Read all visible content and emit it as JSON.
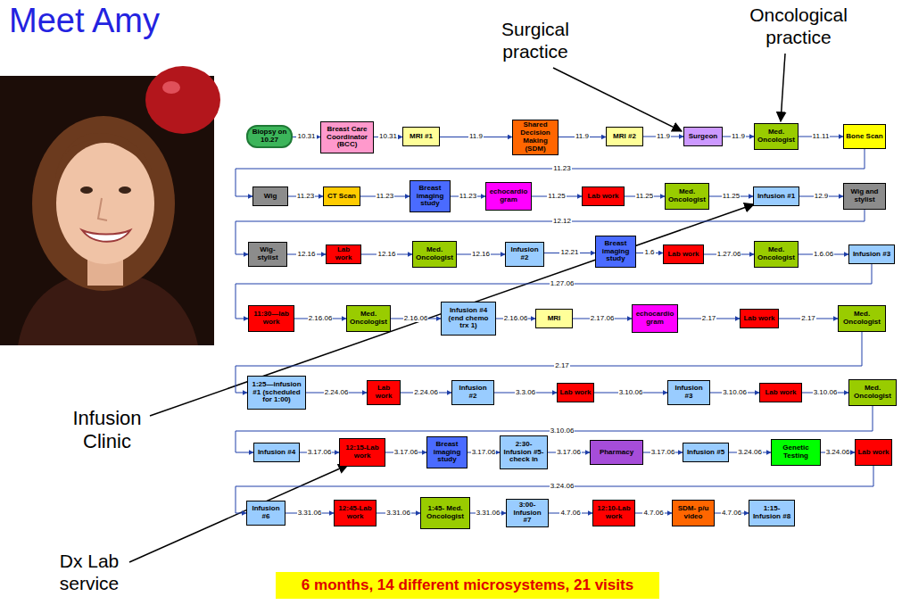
{
  "diagram": {
    "title": "Meet Amy",
    "nodes": [
      {
        "text": [
          "Biopsy on 10.27"
        ]
      },
      {
        "text": [
          "Breast Care Coordinator (BCC)"
        ]
      },
      {
        "text": [
          "MRI #1"
        ]
      },
      {
        "text": [
          "Shared Decision Making (SDM)"
        ]
      },
      {
        "text": [
          "MRI #2"
        ]
      },
      {
        "text": [
          "Surgeon"
        ]
      },
      {
        "text": [
          "Med. Oncologist"
        ]
      },
      {
        "text": [
          "Bone Scan"
        ]
      },
      {
        "text": [
          "Wig"
        ]
      },
      {
        "text": [
          "CT Scan"
        ]
      },
      {
        "text": [
          "Breast imaging study"
        ]
      },
      {
        "text": [
          "echocardio gram"
        ]
      },
      {
        "text": [
          "Lab work"
        ]
      },
      {
        "text": [
          "Med. Oncologist"
        ]
      },
      {
        "text": [
          "Infusion #1"
        ]
      },
      {
        "text": [
          "Wig and stylist"
        ]
      },
      {
        "text": [
          "Wig-stylist"
        ]
      },
      {
        "text": [
          "Lab work"
        ]
      },
      {
        "text": [
          "Med. Oncologist"
        ]
      },
      {
        "text": [
          "Infusion #2"
        ]
      },
      {
        "text": [
          "Breast imaging study"
        ]
      },
      {
        "text": [
          "Lab work"
        ]
      },
      {
        "text": [
          "Med. Oncologist"
        ]
      },
      {
        "text": [
          "Infusion #3"
        ]
      },
      {
        "text": [
          "11:30—lab work"
        ]
      },
      {
        "text": [
          "Med. Oncologist"
        ]
      },
      {
        "text": [
          "Infusion #4 (end chemo trx 1)"
        ]
      },
      {
        "text": [
          "MRI"
        ]
      },
      {
        "text": [
          "echocardio gram"
        ]
      },
      {
        "text": [
          "Lab work"
        ]
      },
      {
        "text": [
          "Med. Oncologist"
        ]
      },
      {
        "text": [
          "1:25—infusion #1 (scheduled for 1:00)"
        ]
      },
      {
        "text": [
          "Lab work"
        ]
      },
      {
        "text": [
          "Infusion #2"
        ]
      },
      {
        "text": [
          "Lab work"
        ]
      },
      {
        "text": [
          "Infusion #3"
        ]
      },
      {
        "text": [
          "Lab work"
        ]
      },
      {
        "text": [
          "Med. Oncologist"
        ]
      },
      {
        "text": [
          "Infusion #4"
        ]
      },
      {
        "text": [
          "12:15-Lab work"
        ]
      },
      {
        "text": [
          "Breast imaging study"
        ]
      },
      {
        "text": [
          "2:30-Infusion #5-check in"
        ]
      },
      {
        "text": [
          "Pharmacy"
        ]
      },
      {
        "text": [
          "Infusion #5"
        ]
      },
      {
        "text": [
          "Genetic Testing"
        ]
      },
      {
        "text": [
          "Lab work"
        ]
      },
      {
        "text": [
          "Infusion #6"
        ]
      },
      {
        "text": [
          "12:45-Lab work"
        ]
      },
      {
        "text": [
          "1:45- Med. Oncologist"
        ]
      },
      {
        "text": [
          "3:00-Infusion #7"
        ]
      },
      {
        "text": [
          "12:10-Lab work"
        ]
      },
      {
        "text": [
          "SDM- p/u video"
        ]
      },
      {
        "text": [
          "1:15- Infusion #8"
        ]
      },
      {
        "text": [
          "6 months, 14 different microsystems, 21 visits"
        ]
      }
    ],
    "edges": [
      {
        "from": 0,
        "to": 1,
        "arrow": "to",
        "label": "10.31"
      },
      {
        "from": 1,
        "to": 2,
        "arrow": "to",
        "label": "10.31"
      },
      {
        "from": 2,
        "to": 3,
        "arrow": "to",
        "label": "11.9"
      },
      {
        "from": 3,
        "to": 4,
        "arrow": "to",
        "label": "11.9"
      },
      {
        "from": 4,
        "to": 5,
        "arrow": "to",
        "label": "11.9"
      },
      {
        "from": 5,
        "to": 6,
        "arrow": "to",
        "label": "11.9"
      },
      {
        "from": 6,
        "to": 7,
        "arrow": "to",
        "label": "11.11"
      },
      {
        "from": 7,
        "to": 8,
        "arrow": "to",
        "label": "11.23"
      },
      {
        "from": 8,
        "to": 9,
        "arrow": "to",
        "label": "11.23"
      },
      {
        "from": 9,
        "to": 10,
        "arrow": "to",
        "label": "11.23"
      },
      {
        "from": 10,
        "to": 11,
        "arrow": "to",
        "label": "11.23"
      },
      {
        "from": 11,
        "to": 12,
        "arrow": "to",
        "label": "11.25"
      },
      {
        "from": 12,
        "to": 13,
        "arrow": "to",
        "label": "11.25"
      },
      {
        "from": 13,
        "to": 14,
        "arrow": "to",
        "label": "11.25"
      },
      {
        "from": 14,
        "to": 15,
        "arrow": "to",
        "label": "12.9"
      },
      {
        "from": 15,
        "to": 16,
        "arrow": "to",
        "label": "12.12"
      },
      {
        "from": 16,
        "to": 17,
        "arrow": "to",
        "label": "12.16"
      },
      {
        "from": 17,
        "to": 18,
        "arrow": "to",
        "label": "12.16"
      },
      {
        "from": 18,
        "to": 19,
        "arrow": "to",
        "label": "12.16"
      },
      {
        "from": 19,
        "to": 20,
        "arrow": "to",
        "label": "12.21"
      },
      {
        "from": 20,
        "to": 21,
        "arrow": "to",
        "label": "1.6"
      },
      {
        "from": 21,
        "to": 22,
        "arrow": "to",
        "label": "1.27.06"
      },
      {
        "from": 22,
        "to": 23,
        "arrow": "to",
        "label": "1.6.06"
      },
      {
        "from": 23,
        "to": 24,
        "arrow": "to",
        "label": "1.27.06"
      },
      {
        "from": 24,
        "to": 25,
        "arrow": "to",
        "label": "2.16.06"
      },
      {
        "from": 25,
        "to": 26,
        "arrow": "to",
        "label": "2.16.06"
      },
      {
        "from": 26,
        "to": 27,
        "arrow": "to",
        "label": "2.16.06"
      },
      {
        "from": 27,
        "to": 28,
        "arrow": "to",
        "label": "2.17.06"
      },
      {
        "from": 28,
        "to": 29,
        "arrow": "to",
        "label": "2.17"
      },
      {
        "from": 29,
        "to": 30,
        "arrow": "to",
        "label": "2.17"
      },
      {
        "from": 30,
        "to": 31,
        "arrow": "to",
        "label": "2.17"
      },
      {
        "from": 31,
        "to": 32,
        "arrow": "to",
        "label": "2.24.06"
      },
      {
        "from": 32,
        "to": 33,
        "arrow": "to",
        "label": "2.24.06"
      },
      {
        "from": 33,
        "to": 34,
        "arrow": "to",
        "label": "3.3.06"
      },
      {
        "from": 34,
        "to": 35,
        "arrow": "to",
        "label": "3.10.06"
      },
      {
        "from": 35,
        "to": 36,
        "arrow": "to",
        "label": "3.10.06"
      },
      {
        "from": 36,
        "to": 37,
        "arrow": "to",
        "label": "3.10.06"
      },
      {
        "from": 37,
        "to": 38,
        "arrow": "to",
        "label": "3.10.06"
      },
      {
        "from": 38,
        "to": 39,
        "arrow": "to",
        "label": "3.17.06"
      },
      {
        "from": 39,
        "to": 40,
        "arrow": "to",
        "label": "3.17.06"
      },
      {
        "from": 40,
        "to": 41,
        "arrow": "to",
        "label": "3.17.06"
      },
      {
        "from": 41,
        "to": 42,
        "arrow": "to",
        "label": "3.17.06"
      },
      {
        "from": 42,
        "to": 43,
        "arrow": "to",
        "label": "3.17.06"
      },
      {
        "from": 43,
        "to": 44,
        "arrow": "to",
        "label": "3.24.06"
      },
      {
        "from": 44,
        "to": 45,
        "arrow": "to",
        "label": "3.24.06"
      },
      {
        "from": 45,
        "to": 46,
        "arrow": "to",
        "label": "3.24.06"
      },
      {
        "from": 46,
        "to": 47,
        "arrow": "to",
        "label": "3.31.06"
      },
      {
        "from": 47,
        "to": 48,
        "arrow": "to",
        "label": "3.31.06"
      },
      {
        "from": 48,
        "to": 49,
        "arrow": "to",
        "label": "3.31.06"
      },
      {
        "from": 49,
        "to": 50,
        "arrow": "to",
        "label": "4.7.06"
      },
      {
        "from": 50,
        "to": 51,
        "arrow": "to",
        "label": "4.7.06"
      },
      {
        "from": 51,
        "to": 52,
        "arrow": "to",
        "label": "4.7.06"
      }
    ],
    "labels": [
      "Surgical practice",
      "Oncological practice",
      "Infusion Clinic",
      "Dx Lab service"
    ]
  }
}
